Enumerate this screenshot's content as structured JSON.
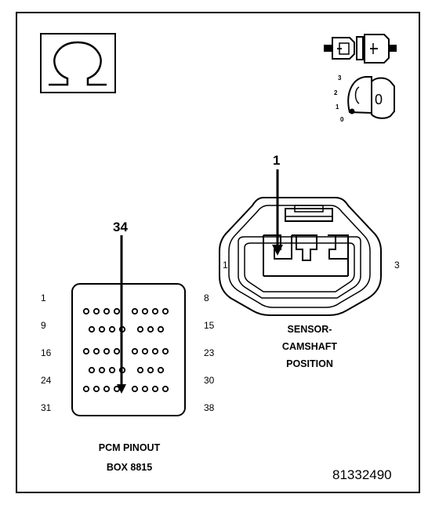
{
  "pcm": {
    "callout": "34",
    "pins_left": [
      "1",
      "9",
      "16",
      "24",
      "31"
    ],
    "pins_right": [
      "8",
      "15",
      "23",
      "30",
      "38"
    ],
    "caption_line1": "PCM PINOUT",
    "caption_line2": "BOX 8815"
  },
  "sensor": {
    "callout": "1",
    "pin_left": "1",
    "pin_right": "3",
    "caption_line1": "SENSOR-",
    "caption_line2": "CAMSHAFT",
    "caption_line3": "POSITION"
  },
  "ignition": {
    "positions": [
      "3",
      "2",
      "1",
      "0"
    ],
    "key_label": "0"
  },
  "symbol": {
    "glyph": "Ω",
    "icon": "omega-icon"
  },
  "part_number": "81332490"
}
